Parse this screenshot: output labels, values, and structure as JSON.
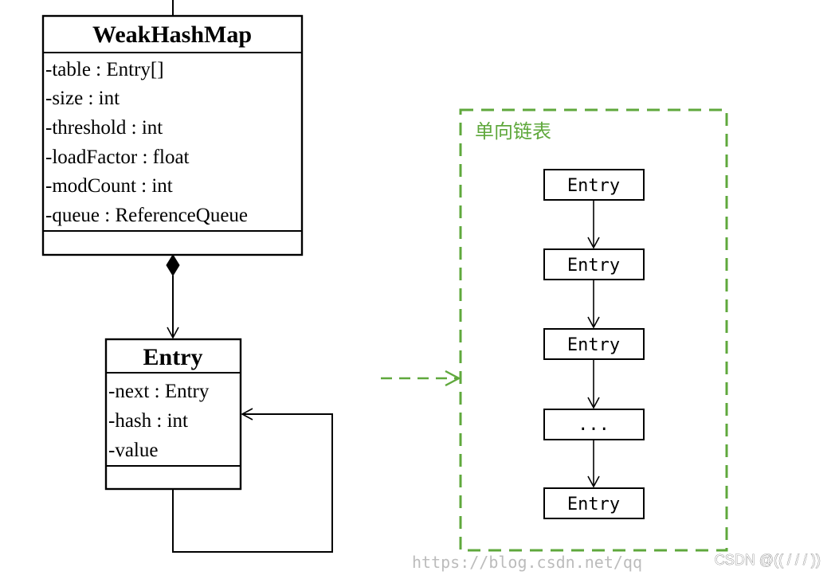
{
  "weakhashmap": {
    "title": "WeakHashMap",
    "fields": [
      "-table : Entry[]",
      "-size : int",
      "-threshold : int",
      "-loadFactor : float",
      "-modCount : int",
      "-queue : ReferenceQueue"
    ]
  },
  "entry": {
    "title": "Entry",
    "fields": [
      "-next : Entry",
      "-hash : int",
      "-value"
    ]
  },
  "linked_list": {
    "label": "单向链表",
    "nodes": [
      "Entry",
      "Entry",
      "Entry",
      "...",
      "Entry"
    ],
    "color": "#5fa83c"
  },
  "watermark": "https://blog.csdn.net/qq",
  "credit": "CSDN @(( / / / ))"
}
